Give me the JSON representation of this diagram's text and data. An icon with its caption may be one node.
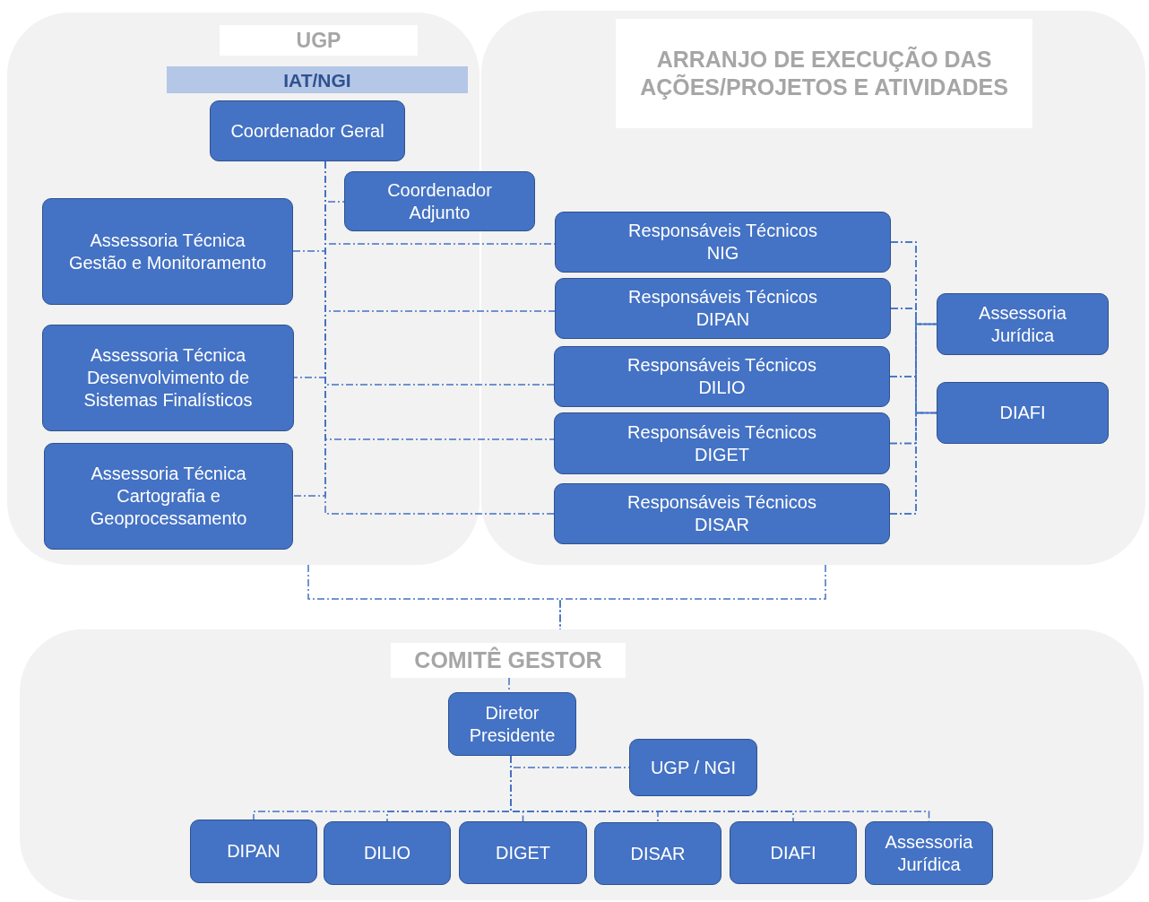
{
  "diagram": {
    "nodes": [
      {
        "text": [
          "UGP",
          "IAT/NGI"
        ]
      },
      {
        "text": [
          "ARRANJO DE EXECUÇÃO DAS AÇÕES/PROJETOS E ATIVIDADES"
        ]
      },
      {
        "text": [
          "Coordenador Geral"
        ],
        "in": 0
      },
      {
        "text": [
          "Coordenador Adjunto"
        ],
        "in": 0
      },
      {
        "text": [
          "Assessoria Técnica Gestão e Monitoramento"
        ],
        "in": 0
      },
      {
        "text": [
          "Assessoria Técnica Desenvolvimento de Sistemas Finalísticos"
        ],
        "in": 0
      },
      {
        "text": [
          "Assessoria Técnica Cartografia e Geoprocessamento"
        ],
        "in": 0
      },
      {
        "text": [
          "Responsáveis Técnicos NIG"
        ],
        "in": 1
      },
      {
        "text": [
          "Responsáveis Técnicos DIPAN"
        ],
        "in": 1
      },
      {
        "text": [
          "Responsáveis Técnicos DILIO"
        ],
        "in": 1
      },
      {
        "text": [
          "Responsáveis Técnicos DIGET"
        ],
        "in": 1
      },
      {
        "text": [
          "Responsáveis Técnicos DISAR"
        ],
        "in": 1
      },
      {
        "text": [
          "Assessoria Jurídica"
        ],
        "in": 1
      },
      {
        "text": [
          "DIAFI"
        ],
        "in": 1
      },
      {
        "text": [],
        "shape": "box"
      },
      {
        "text": [
          "COMITÊ GESTOR"
        ],
        "in": 14
      },
      {
        "text": [
          "Diretor Presidente"
        ],
        "in": 14
      },
      {
        "text": [
          "UGP / NGI"
        ],
        "in": 14
      },
      {
        "text": [
          "DIPAN"
        ],
        "in": 14
      },
      {
        "text": [
          "DILIO"
        ],
        "in": 14
      },
      {
        "text": [
          "DIGET"
        ],
        "in": 14
      },
      {
        "text": [
          "DISAR"
        ],
        "in": 14
      },
      {
        "text": [
          "DIAFI"
        ],
        "in": 14
      },
      {
        "text": [
          "Assessoria Jurídica"
        ],
        "in": 14
      }
    ],
    "edges": [
      {
        "from": 2,
        "to": 3,
        "arrow": "none",
        "style": "dashed"
      },
      {
        "from": 2,
        "to": 4,
        "arrow": "none",
        "style": "dashed"
      },
      {
        "from": 2,
        "to": 5,
        "arrow": "none",
        "style": "dashed"
      },
      {
        "from": 2,
        "to": 6,
        "arrow": "none",
        "style": "dashed"
      },
      {
        "from": 2,
        "to": 7,
        "arrow": "none",
        "style": "dashed"
      },
      {
        "from": 2,
        "to": 8,
        "arrow": "none",
        "style": "dashed"
      },
      {
        "from": 2,
        "to": 9,
        "arrow": "none",
        "style": "dashed"
      },
      {
        "from": 2,
        "to": 10,
        "arrow": "none",
        "style": "dashed"
      },
      {
        "from": 2,
        "to": 11,
        "arrow": "none",
        "style": "dashed"
      },
      {
        "from": 7,
        "to": 12,
        "arrow": "none",
        "style": "dashed"
      },
      {
        "from": 8,
        "to": 12,
        "arrow": "none",
        "style": "dashed"
      },
      {
        "from": 9,
        "to": 12,
        "arrow": "none",
        "style": "dashed"
      },
      {
        "from": 10,
        "to": 12,
        "arrow": "none",
        "style": "dashed"
      },
      {
        "from": 11,
        "to": 12,
        "arrow": "none",
        "style": "dashed"
      },
      {
        "from": 7,
        "to": 13,
        "arrow": "none",
        "style": "dashed"
      },
      {
        "from": 8,
        "to": 13,
        "arrow": "none",
        "style": "dashed"
      },
      {
        "from": 9,
        "to": 13,
        "arrow": "none",
        "style": "dashed"
      },
      {
        "from": 10,
        "to": 13,
        "arrow": "none",
        "style": "dashed"
      },
      {
        "from": 11,
        "to": 13,
        "arrow": "none",
        "style": "dashed"
      },
      {
        "from": 0,
        "to": 14,
        "arrow": "none",
        "style": "dashed"
      },
      {
        "from": 1,
        "to": 14,
        "arrow": "none",
        "style": "dashed"
      },
      {
        "from": 15,
        "to": 16,
        "arrow": "none",
        "style": "dashed"
      },
      {
        "from": 16,
        "to": 17,
        "arrow": "none",
        "style": "dashed"
      },
      {
        "from": 16,
        "to": 18,
        "arrow": "none",
        "style": "dashed"
      },
      {
        "from": 16,
        "to": 19,
        "arrow": "none",
        "style": "dashed"
      },
      {
        "from": 16,
        "to": 20,
        "arrow": "none",
        "style": "dashed"
      },
      {
        "from": 16,
        "to": 21,
        "arrow": "none",
        "style": "dashed"
      },
      {
        "from": 16,
        "to": 22,
        "arrow": "none",
        "style": "dashed"
      },
      {
        "from": 16,
        "to": 23,
        "arrow": "none",
        "style": "dashed"
      }
    ]
  }
}
